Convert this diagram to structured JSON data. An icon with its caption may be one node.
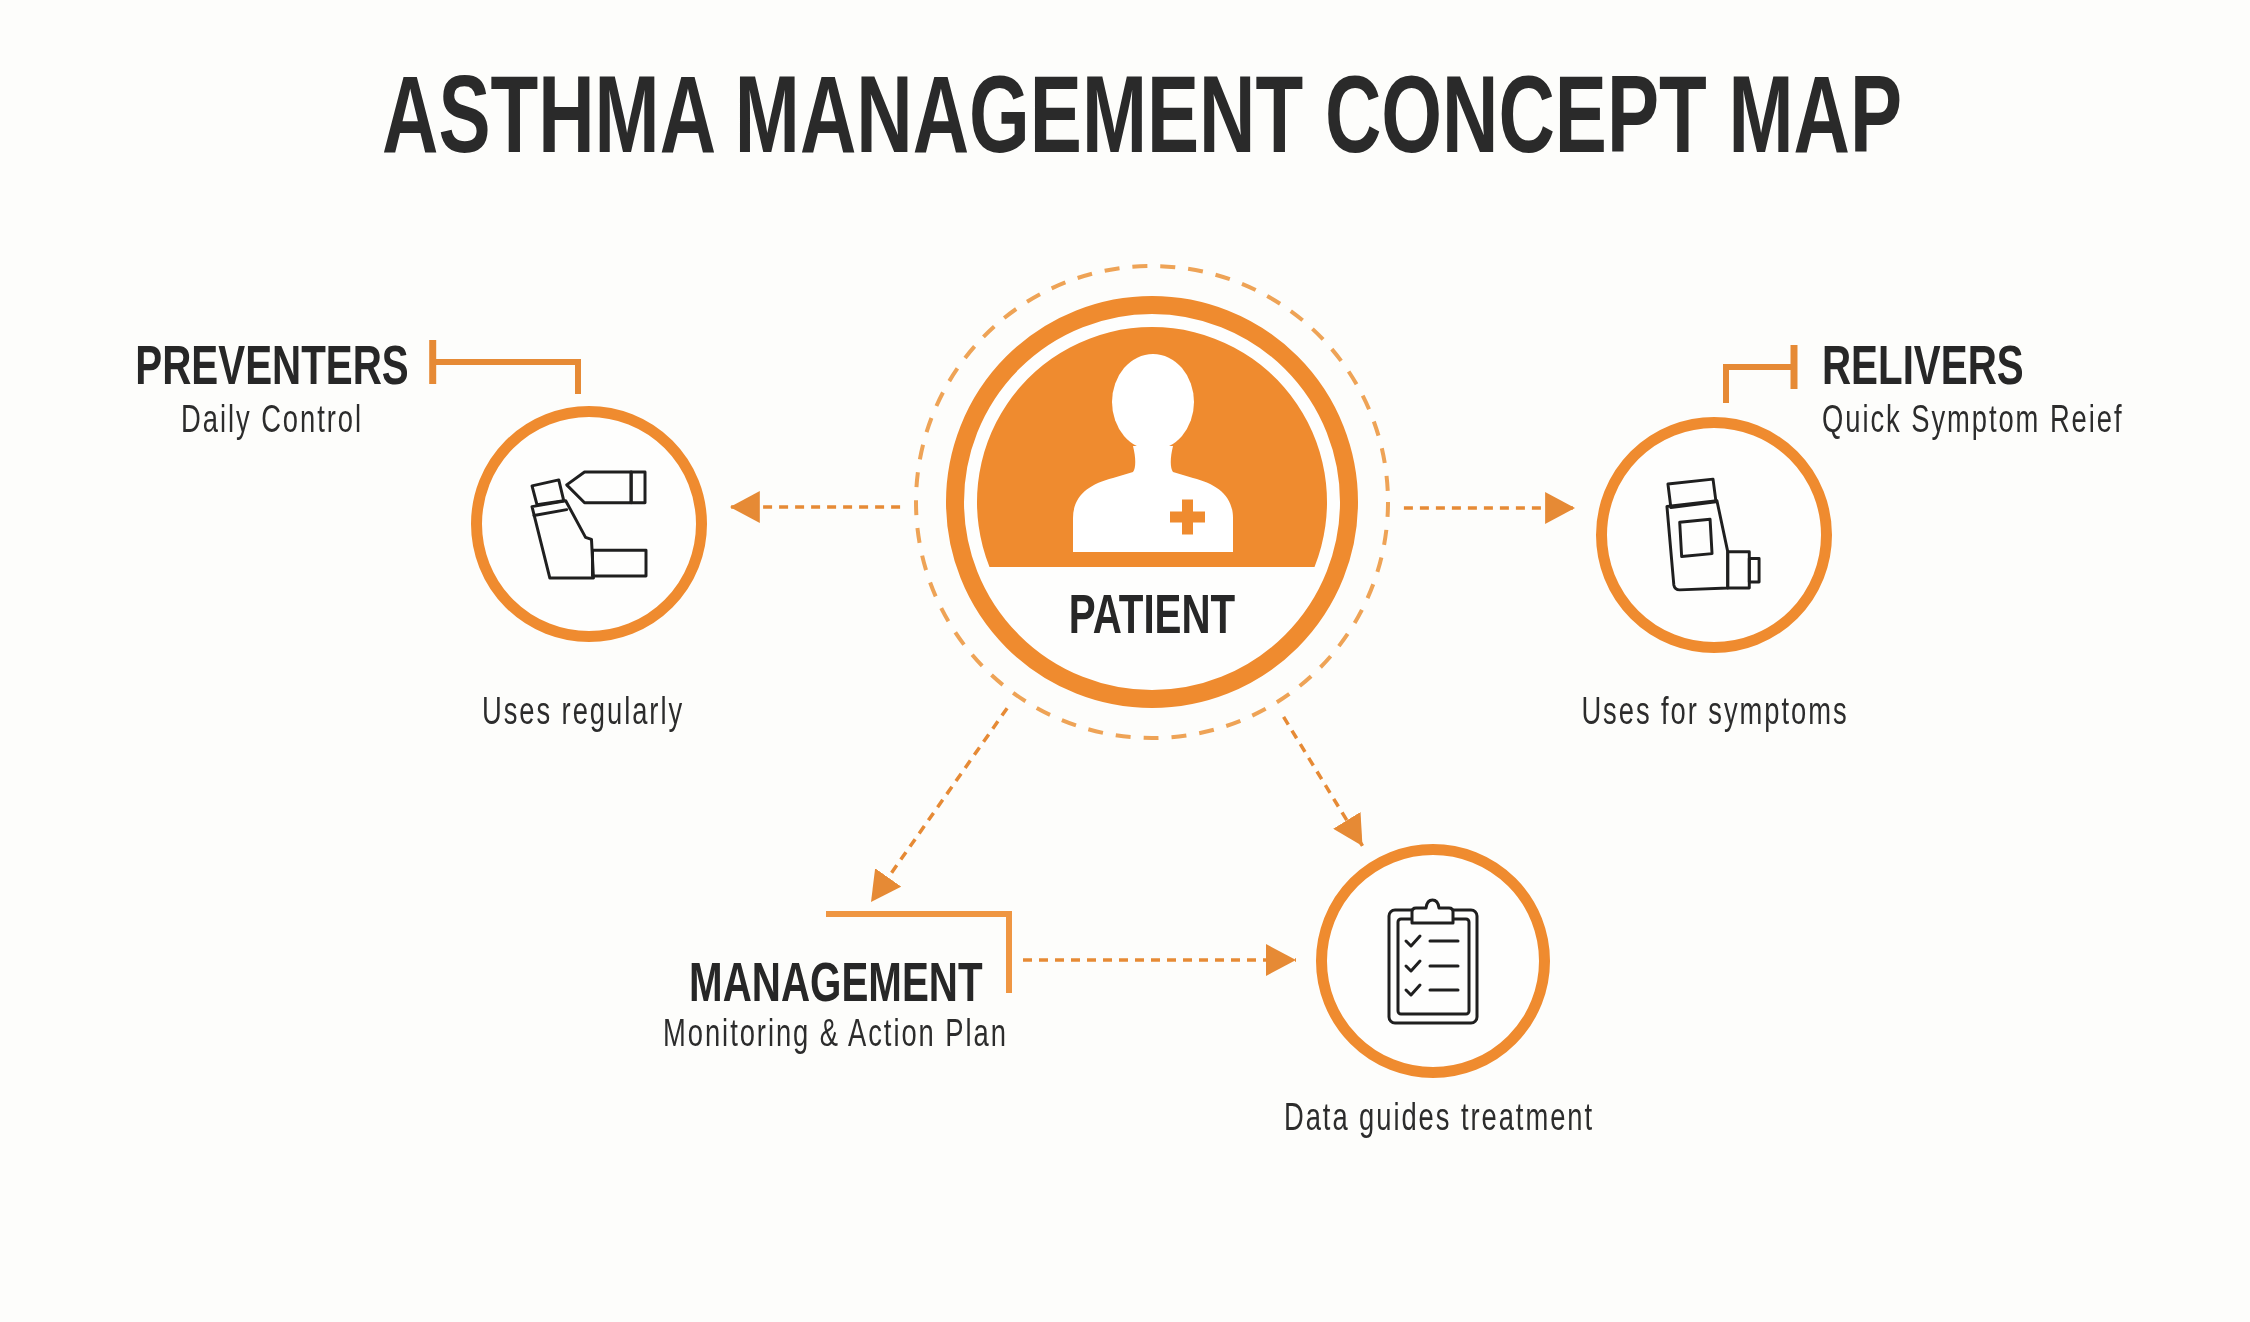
{
  "diagram": {
    "title": "ASTHMA MANAGEMENT CONCEPT MAP",
    "nodes": [
      {
        "text": [
          "PREVENTERS",
          "Daily Control"
        ]
      },
      {
        "text": [],
        "shape": "circle",
        "beside": [
          "Uses regularly"
        ]
      },
      {
        "text": [
          "PATIENT"
        ]
      },
      {
        "text": [
          "RELIVERS",
          "Quick Symptom Reief"
        ]
      },
      {
        "text": [],
        "shape": "circle",
        "beside": [
          "Uses for symptoms"
        ]
      },
      {
        "text": [
          "MANAGEMENT",
          "Monitoring & Action Plan"
        ]
      },
      {
        "text": [],
        "shape": "circle",
        "beside": [
          "Data guides treatment"
        ]
      }
    ],
    "edges": [
      {
        "from": 0,
        "to": 1,
        "arrow": "other"
      },
      {
        "from": 3,
        "to": 4,
        "arrow": "other"
      },
      {
        "from": 2,
        "to": 1,
        "arrow": "to",
        "style": "dashed"
      },
      {
        "from": 2,
        "to": 4,
        "arrow": "to",
        "style": "dashed"
      },
      {
        "from": 2,
        "to": 5,
        "arrow": "to",
        "style": "dashed"
      },
      {
        "from": 2,
        "to": 6,
        "arrow": "to",
        "style": "dashed"
      },
      {
        "from": 5,
        "to": 6,
        "arrow": "to",
        "style": "dashed"
      }
    ]
  }
}
